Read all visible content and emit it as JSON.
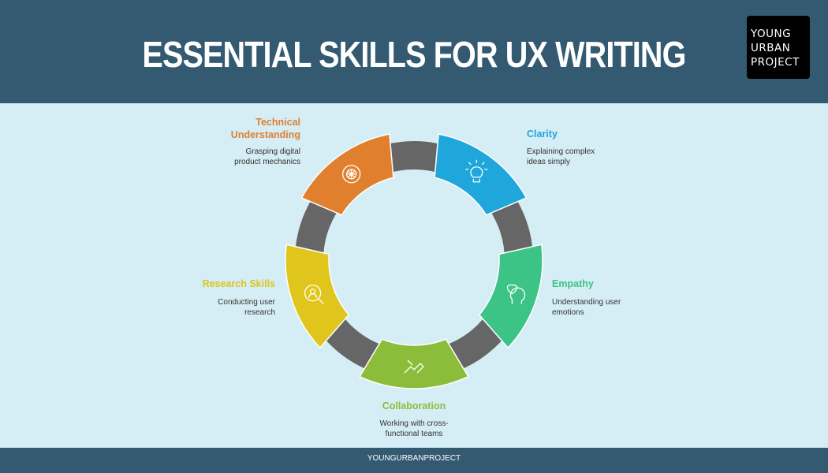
{
  "header": {
    "title": "ESSENTIAL SKILLS FOR UX WRITING",
    "logo_lines": [
      "YOUNG",
      "URBAN",
      "PROJECT"
    ]
  },
  "skills": [
    {
      "title": "Technical Understanding",
      "title_lines": [
        "Technical",
        "Understanding"
      ],
      "desc_lines": [
        "Grasping digital",
        "product mechanics"
      ],
      "color": "#e0802f",
      "icon": "gear-icon"
    },
    {
      "title": "Clarity",
      "desc_lines": [
        "Explaining complex",
        "ideas simply"
      ],
      "color": "#1fa7db",
      "icon": "lightbulb-icon"
    },
    {
      "title": "Empathy",
      "desc_lines": [
        "Understanding user",
        "emotions"
      ],
      "color": "#3cc487",
      "icon": "heart-head-icon"
    },
    {
      "title": "Collaboration",
      "desc_lines": [
        "Working with cross-",
        "functional teams"
      ],
      "color": "#8cbd3a",
      "icon": "handshake-icon"
    },
    {
      "title": "Research Skills",
      "desc_lines": [
        "Conducting user",
        "research"
      ],
      "color": "#dfc51c",
      "icon": "user-search-icon"
    }
  ],
  "ring_color": "#666666",
  "footer": {
    "text": "YOUNGURBANPROJECT"
  }
}
